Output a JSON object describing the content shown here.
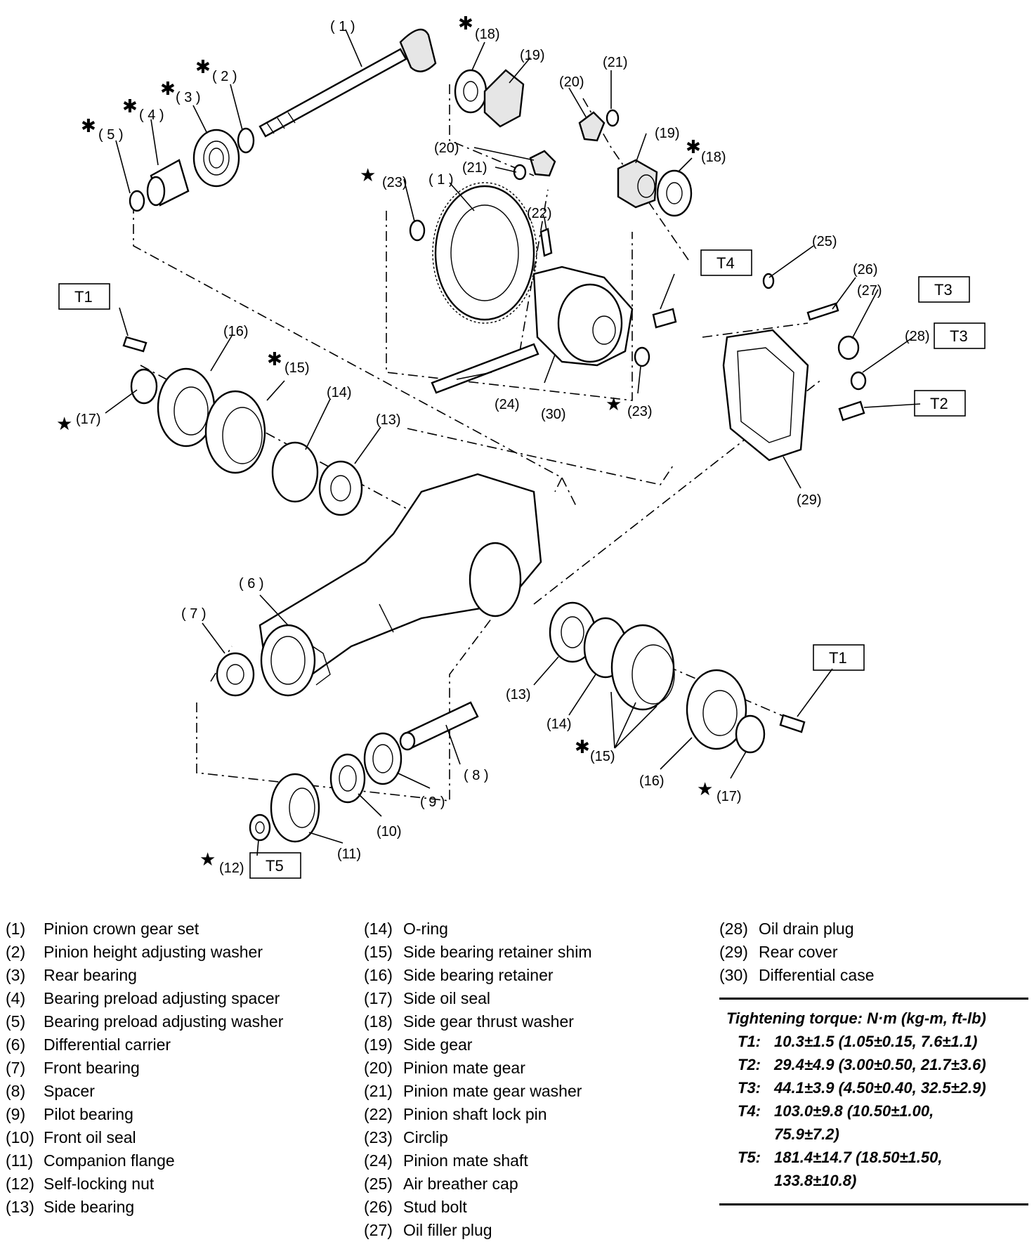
{
  "diagram": {
    "labels": {
      "l1a": "( 1 )",
      "l1b": "( 1 )",
      "l2": "( 2 )",
      "l3": "( 3 )",
      "l4": "( 4 )",
      "l5": "( 5 )",
      "l6": "( 6 )",
      "l7": "( 7 )",
      "l8": "( 8 )",
      "l9": "( 9 )",
      "l10": "(10)",
      "l11": "(11)",
      "l12": "(12)",
      "l13a": "(13)",
      "l13b": "(13)",
      "l14a": "(14)",
      "l14b": "(14)",
      "l15a": "(15)",
      "l15b": "(15)",
      "l16a": "(16)",
      "l16b": "(16)",
      "l17a": "(17)",
      "l17b": "(17)",
      "l18a": "(18)",
      "l18b": "(18)",
      "l19a": "(19)",
      "l19b": "(19)",
      "l20a": "(20)",
      "l20b": "(20)",
      "l21a": "(21)",
      "l21b": "(21)",
      "l22": "(22)",
      "l23a": "(23)",
      "l23b": "(23)",
      "l24": "(24)",
      "l25": "(25)",
      "l26": "(26)",
      "l27": "(27)",
      "l28": "(28)",
      "l29": "(29)",
      "l30": "(30)"
    },
    "torque_boxes": {
      "t1a": "T1",
      "t1b": "T1",
      "t2": "T2",
      "t3a": "T3",
      "t3b": "T3",
      "t4": "T4",
      "t5": "T5"
    },
    "marks": {
      "asterisk": "✱",
      "star": "★"
    }
  },
  "legend": {
    "col1": [
      {
        "num": "(1)",
        "text": "Pinion crown gear set"
      },
      {
        "num": "(2)",
        "text": "Pinion height adjusting washer"
      },
      {
        "num": "(3)",
        "text": "Rear bearing"
      },
      {
        "num": "(4)",
        "text": "Bearing preload adjusting spacer"
      },
      {
        "num": "(5)",
        "text": "Bearing preload adjusting washer"
      },
      {
        "num": "(6)",
        "text": "Differential carrier"
      },
      {
        "num": "(7)",
        "text": "Front bearing"
      },
      {
        "num": "(8)",
        "text": "Spacer"
      },
      {
        "num": "(9)",
        "text": "Pilot bearing"
      },
      {
        "num": "(10)",
        "text": "Front oil seal"
      },
      {
        "num": "(11)",
        "text": "Companion flange"
      },
      {
        "num": "(12)",
        "text": "Self-locking nut"
      },
      {
        "num": "(13)",
        "text": "Side bearing"
      }
    ],
    "col2": [
      {
        "num": "(14)",
        "text": "O-ring"
      },
      {
        "num": "(15)",
        "text": "Side bearing retainer shim"
      },
      {
        "num": "(16)",
        "text": "Side bearing retainer"
      },
      {
        "num": "(17)",
        "text": "Side oil seal"
      },
      {
        "num": "(18)",
        "text": "Side gear thrust washer"
      },
      {
        "num": "(19)",
        "text": "Side gear"
      },
      {
        "num": "(20)",
        "text": "Pinion mate gear"
      },
      {
        "num": "(21)",
        "text": "Pinion mate gear washer"
      },
      {
        "num": "(22)",
        "text": "Pinion shaft lock pin"
      },
      {
        "num": "(23)",
        "text": "Circlip"
      },
      {
        "num": "(24)",
        "text": "Pinion mate shaft"
      },
      {
        "num": "(25)",
        "text": "Air breather cap"
      },
      {
        "num": "(26)",
        "text": "Stud bolt"
      },
      {
        "num": "(27)",
        "text": "Oil filler plug"
      }
    ],
    "col3": [
      {
        "num": "(28)",
        "text": "Oil drain plug"
      },
      {
        "num": "(29)",
        "text": "Rear cover"
      },
      {
        "num": "(30)",
        "text": "Differential case"
      }
    ]
  },
  "torque": {
    "heading": "Tightening torque: N·m (kg-m, ft-lb)",
    "rows": [
      {
        "key": "T1:",
        "value": "10.3±1.5 (1.05±0.15, 7.6±1.1)"
      },
      {
        "key": "T2:",
        "value": "29.4±4.9 (3.00±0.50, 21.7±3.6)"
      },
      {
        "key": "T3:",
        "value": "44.1±3.9 (4.50±0.40, 32.5±2.9)"
      },
      {
        "key": "T4:",
        "value": "103.0±9.8 (10.50±1.00,\n75.9±7.2)"
      },
      {
        "key": "T5:",
        "value": "181.4±14.7 (18.50±1.50,\n133.8±10.8)"
      }
    ]
  }
}
